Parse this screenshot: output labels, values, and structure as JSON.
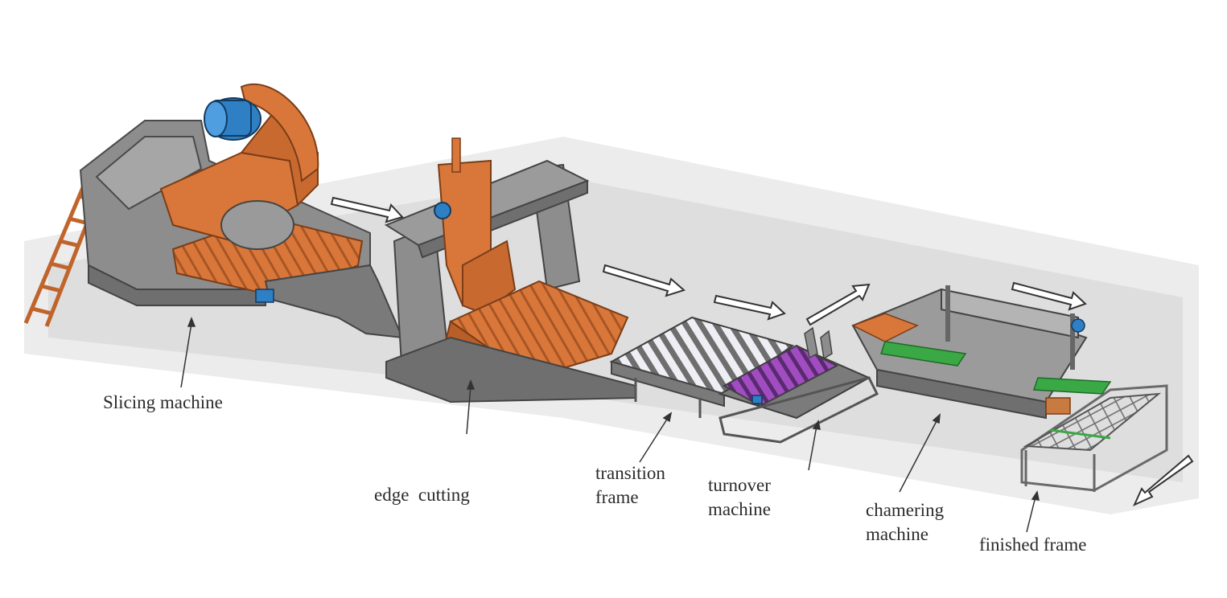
{
  "labels": {
    "slicing": "Slicing machine",
    "edge": "edge  cutting",
    "transition_1": "transition",
    "transition_2": "frame",
    "turnover_1": "turnover",
    "turnover_2": "machine",
    "chamfering_1": "chamering",
    "chamfering_2": "machine",
    "finished": "finished frame"
  },
  "colors": {
    "orange": "#d9773a",
    "orange_dark": "#a85524",
    "steel": "#8e8e8e",
    "steel_dark": "#555555",
    "motor_blue": "#2f7fc4",
    "roller_purple": "#9a44b8",
    "roller_white": "#e8e8ee",
    "green": "#3aa845"
  }
}
